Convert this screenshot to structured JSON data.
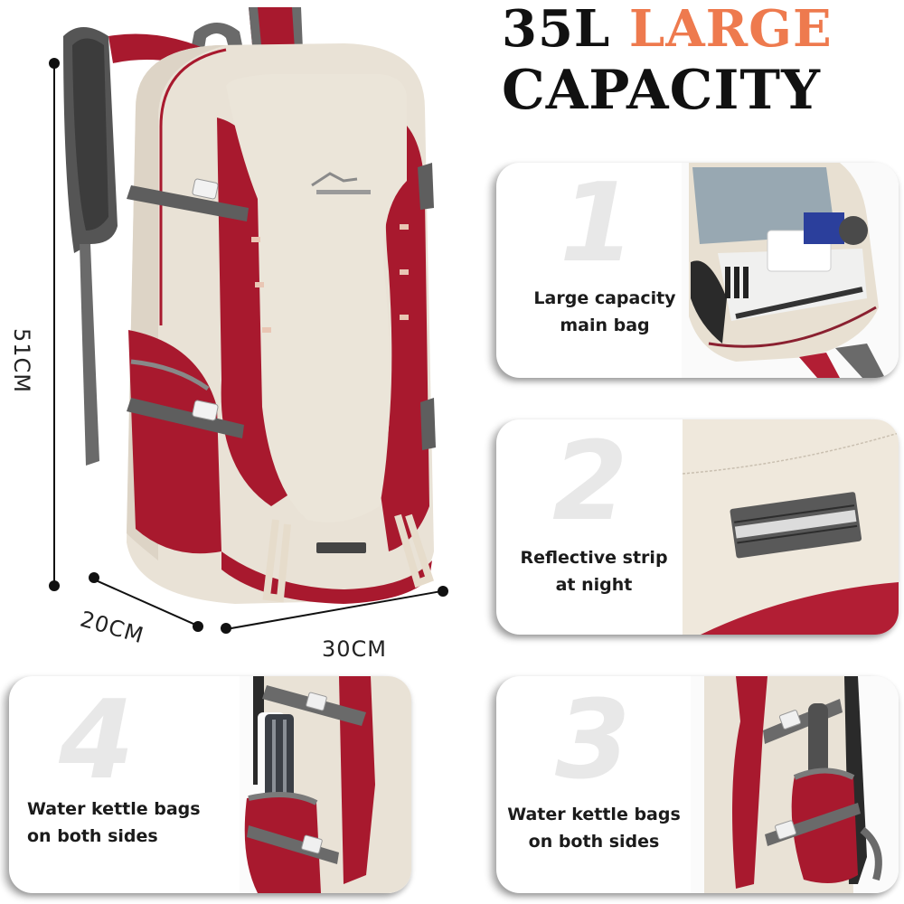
{
  "headline": {
    "capacity": "35L",
    "accent_word": "LARGE",
    "line2": "CAPACITY",
    "accent_color": "#ee7a4e"
  },
  "dimensions": {
    "height": "51CM",
    "depth": "20CM",
    "width": "30CM"
  },
  "product": {
    "brand_mark": "mountain-logo-icon",
    "colors": {
      "body": "#e9e2d6",
      "accent": "#a8192e",
      "strap": "#5e5e5e"
    }
  },
  "features": [
    {
      "number": "1",
      "caption_line1": "Large capacity",
      "caption_line2": "main bag",
      "photo": "open-main-compartment"
    },
    {
      "number": "2",
      "caption_line1": "Reflective strip",
      "caption_line2": "at night",
      "photo": "reflective-strip-closeup"
    },
    {
      "number": "3",
      "caption_line1": "Water kettle bags",
      "caption_line2": "on both sides",
      "photo": "side-pocket-umbrella"
    },
    {
      "number": "4",
      "caption_line1": "Water kettle bags",
      "caption_line2": "on both sides",
      "photo": "side-pocket-bottle"
    }
  ]
}
